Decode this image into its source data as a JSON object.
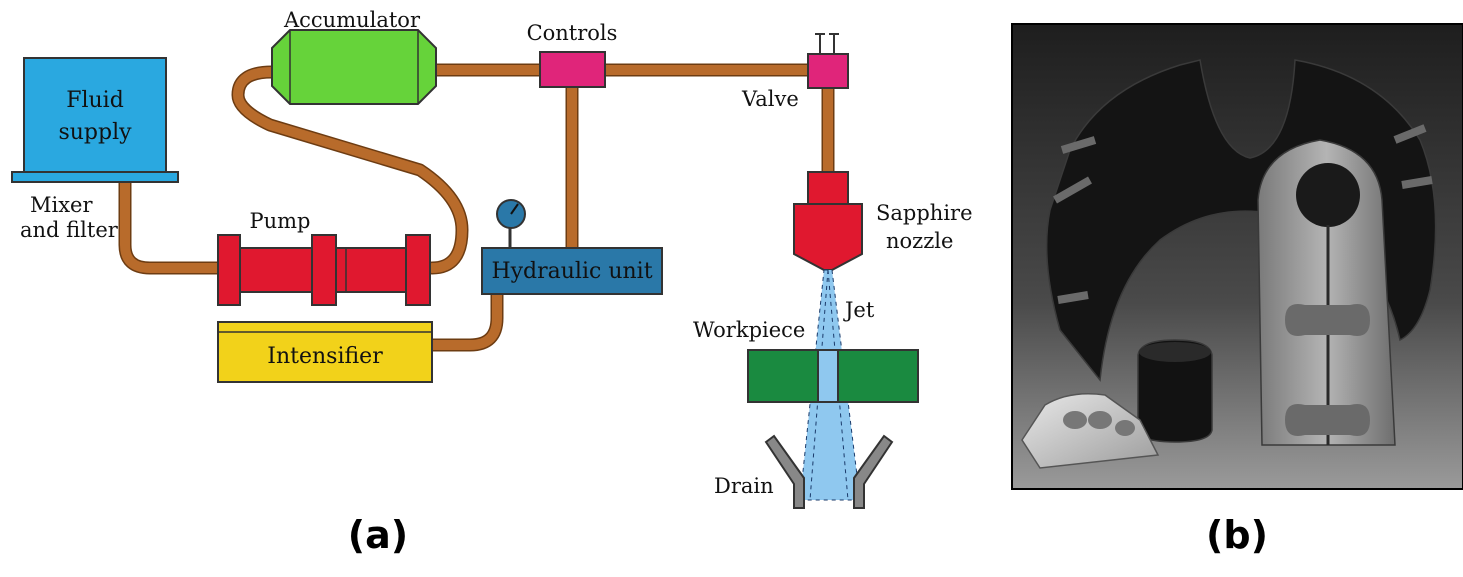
{
  "diagram": {
    "labels": {
      "fluid_supply_line1": "Fluid",
      "fluid_supply_line2": "supply",
      "mixer_line1": "Mixer",
      "mixer_line2": "and filter",
      "accumulator": "Accumulator",
      "controls": "Controls",
      "valve": "Valve",
      "pump": "Pump",
      "hydraulic_unit": "Hydraulic unit",
      "intensifier": "Intensifier",
      "sapphire_line1": "Sapphire",
      "sapphire_line2": "nozzle",
      "jet": "Jet",
      "workpiece": "Workpiece",
      "drain": "Drain"
    },
    "colors": {
      "fluid_supply": "#2aa8e0",
      "accumulator": "#66d33a",
      "controls": "#e0257a",
      "pump": "#e0182f",
      "hydraulic_unit": "#2a78a8",
      "intensifier": "#f2d21a",
      "nozzle": "#e0182f",
      "workpiece": "#1a8a40",
      "pipe": "#b86b2b",
      "jet": "#8fc8ef",
      "drain": "#888888"
    }
  },
  "captions": {
    "a": "(a)",
    "b": "(b)"
  }
}
